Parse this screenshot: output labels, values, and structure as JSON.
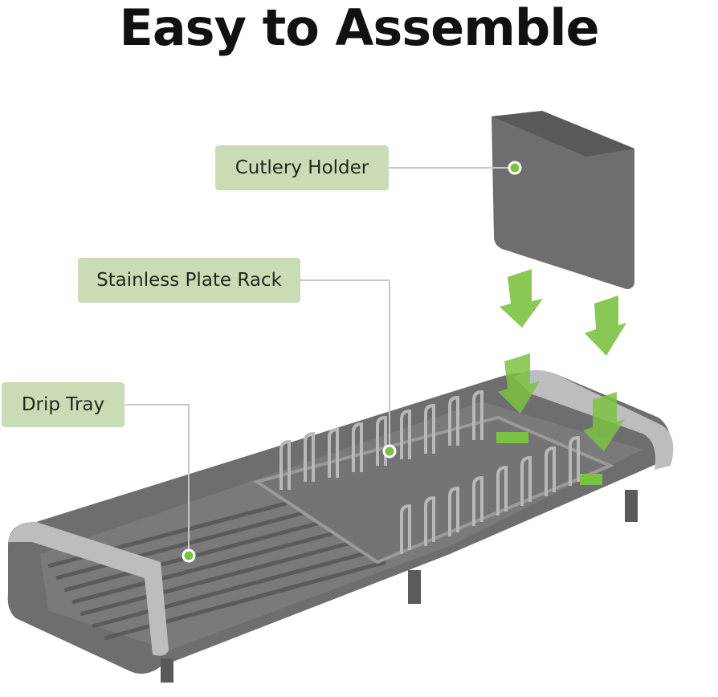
{
  "title": "Easy to Assemble",
  "labels": {
    "cutlery_holder": "Cutlery Holder",
    "plate_rack": "Stainless Plate Rack",
    "drip_tray": "Drip Tray"
  },
  "colors": {
    "label_bg": "#c9dcb5",
    "accent_green": "#7cc242",
    "product_grey": "#6e6e70",
    "leader_line": "#c8c8c8"
  }
}
